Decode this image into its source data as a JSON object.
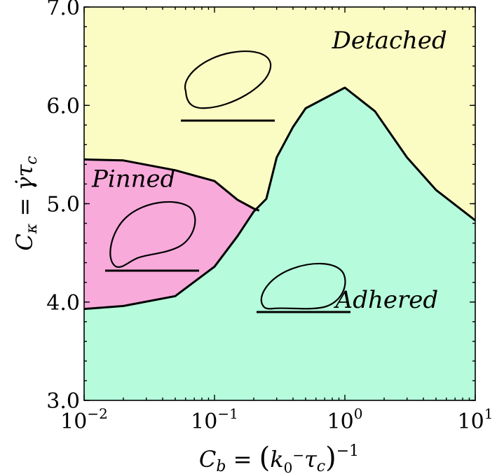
{
  "chart_data": {
    "type": "area",
    "title": "",
    "xlabel": "C_b = (k_0^- τ_c)^-1",
    "ylabel": "C_κ = γ̇τ_c",
    "xscale": "log",
    "xlim": [
      0.01,
      10
    ],
    "ylim": [
      3.0,
      7.0
    ],
    "grid": false,
    "x_ticks": [
      {
        "value": 0.01,
        "base": "10",
        "exp": "−2"
      },
      {
        "value": 0.1,
        "base": "10",
        "exp": "−1"
      },
      {
        "value": 1,
        "base": "10",
        "exp": "0"
      },
      {
        "value": 10,
        "base": "10",
        "exp": "1"
      }
    ],
    "y_ticks": [
      {
        "value": 3.0,
        "label": "3.0"
      },
      {
        "value": 4.0,
        "label": "4.0"
      },
      {
        "value": 5.0,
        "label": "5.0"
      },
      {
        "value": 6.0,
        "label": "6.0"
      },
      {
        "value": 7.0,
        "label": "7.0"
      }
    ],
    "regions": [
      {
        "name": "Detached",
        "color": "#fbfbc4",
        "label_pos": [
          2.2,
          6.58
        ]
      },
      {
        "name": "Pinned",
        "color": "#f8aadb",
        "label_pos": [
          0.024,
          5.17
        ]
      },
      {
        "name": "Adhered",
        "color": "#b5fbdc",
        "label_pos": [
          2.1,
          3.94
        ]
      }
    ],
    "adhered_boundary": [
      [
        0.01,
        3.93
      ],
      [
        0.02,
        3.96
      ],
      [
        0.05,
        4.06
      ],
      [
        0.1,
        4.36
      ],
      [
        0.15,
        4.67
      ],
      [
        0.2,
        4.92
      ],
      [
        0.25,
        5.05
      ],
      [
        0.3,
        5.47
      ],
      [
        0.4,
        5.78
      ],
      [
        0.5,
        5.97
      ],
      [
        1.0,
        6.18
      ],
      [
        1.7,
        5.94
      ],
      [
        3.0,
        5.47
      ],
      [
        5.0,
        5.14
      ],
      [
        10.0,
        4.83
      ]
    ],
    "pinned_boundary": [
      [
        0.01,
        5.45
      ],
      [
        0.02,
        5.44
      ],
      [
        0.05,
        5.34
      ],
      [
        0.1,
        5.23
      ],
      [
        0.15,
        5.04
      ],
      [
        0.2,
        4.95
      ],
      [
        0.22,
        4.93
      ]
    ],
    "colors": {
      "detached": "#fbfbc4",
      "pinned": "#f8aadb",
      "adhered": "#b5fbdc",
      "line": "#000000"
    }
  }
}
